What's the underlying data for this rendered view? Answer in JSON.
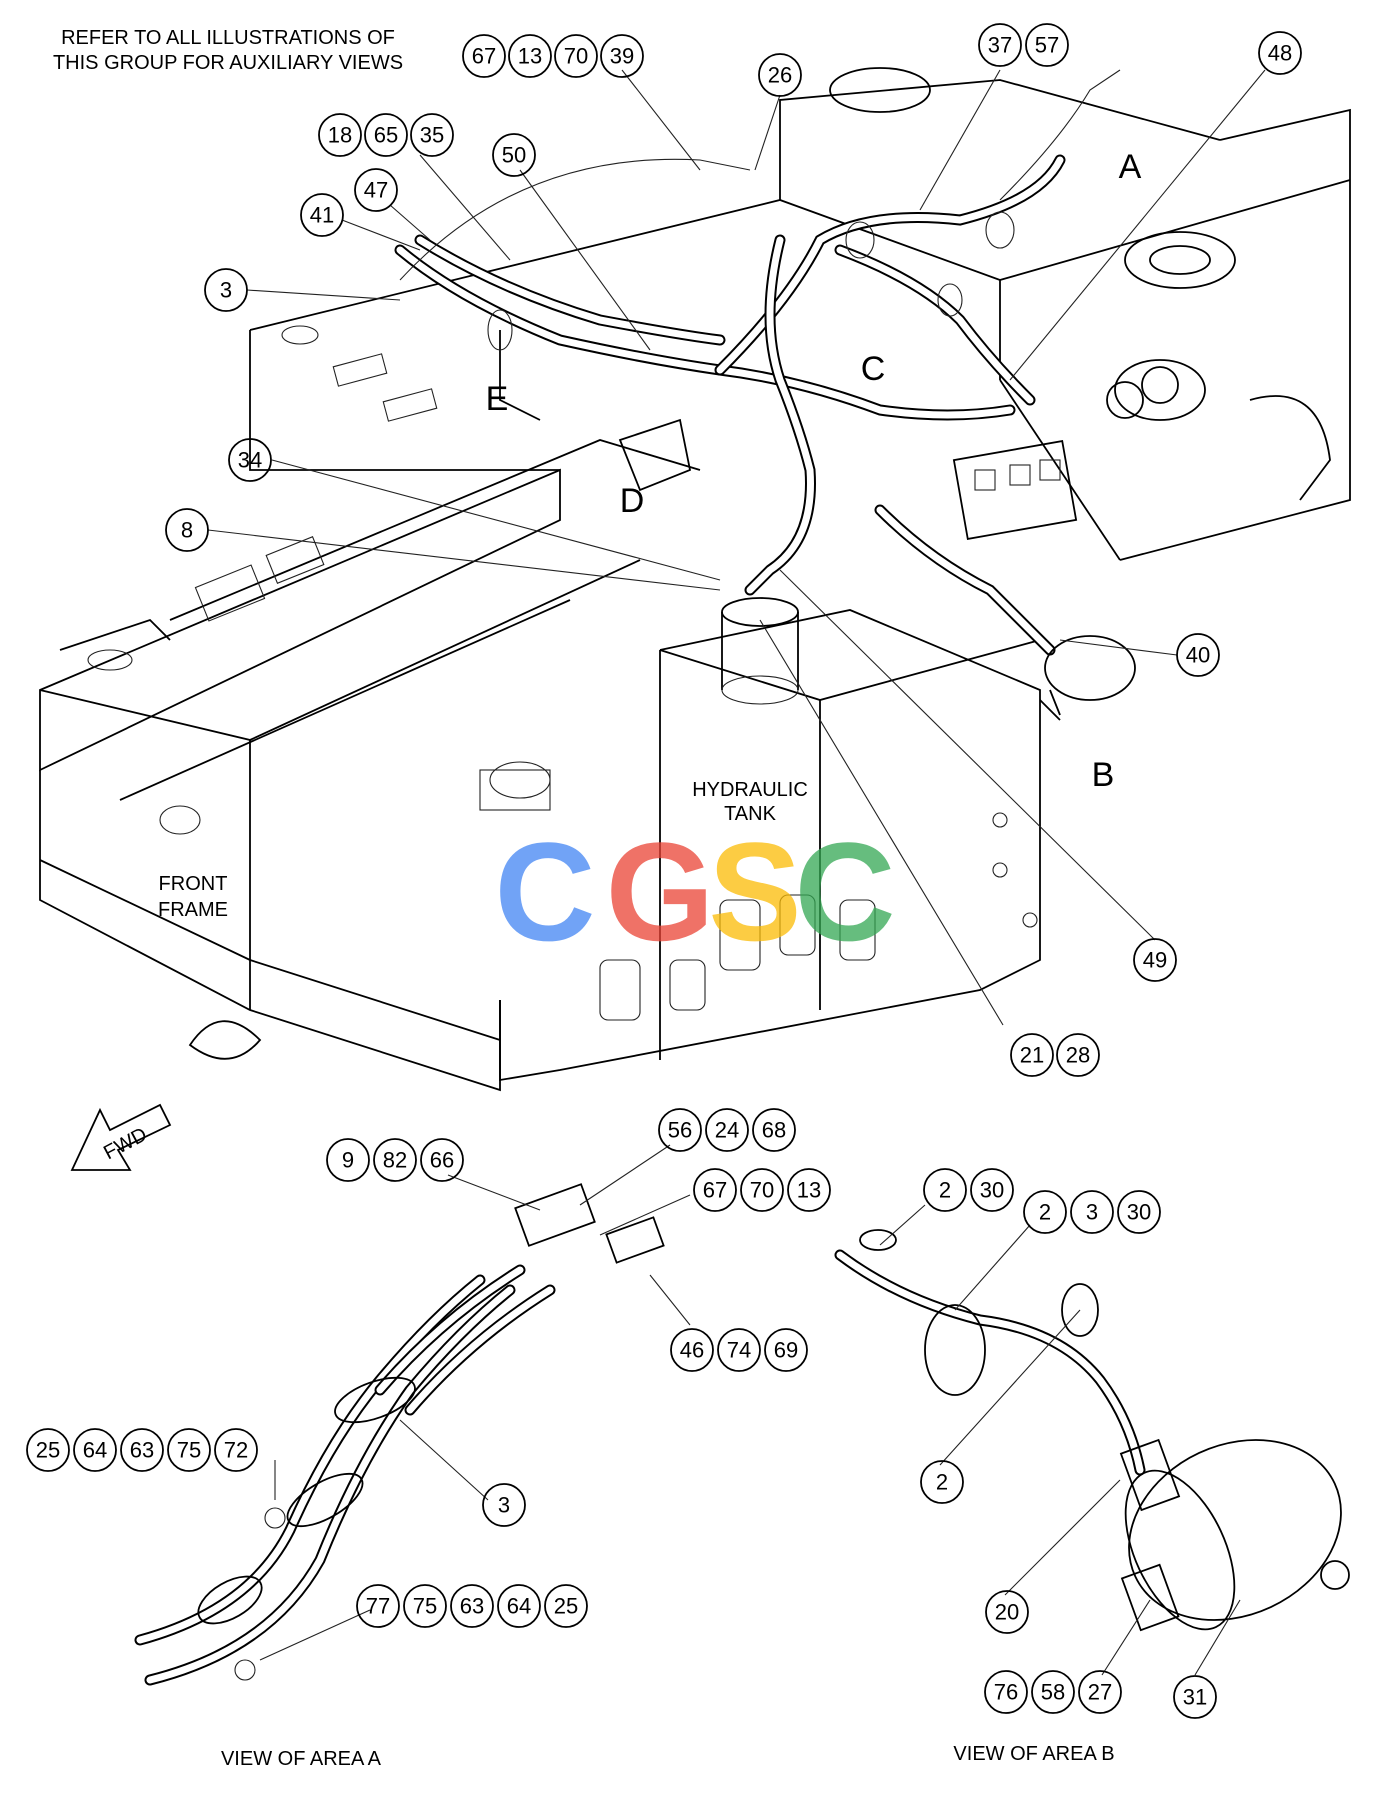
{
  "header_note": [
    "REFER TO ALL ILLUSTRATIONS OF",
    "THIS GROUP FOR AUXILIARY VIEWS"
  ],
  "labels": {
    "hydraulic_tank": [
      "HYDRAULIC",
      "TANK"
    ],
    "front_frame": [
      "FRONT",
      "FRAME"
    ],
    "fwd": "FWD",
    "view_a": "VIEW OF AREA A",
    "view_b": "VIEW OF AREA B"
  },
  "area_letters": [
    "A",
    "B",
    "C",
    "D",
    "E"
  ],
  "watermark": {
    "text": "CGSC",
    "colors": [
      "#4285F4",
      "#EA4335",
      "#FBBC05",
      "#34A853"
    ]
  },
  "callout_groups": {
    "g1": [
      "67",
      "13",
      "70",
      "39"
    ],
    "g2": [
      "26"
    ],
    "g3": [
      "37",
      "57"
    ],
    "g4": [
      "48"
    ],
    "g5": [
      "18",
      "65",
      "35"
    ],
    "g6": [
      "50"
    ],
    "g7": [
      "47"
    ],
    "g8": [
      "41"
    ],
    "g9": [
      "3"
    ],
    "g10": [
      "34"
    ],
    "g11": [
      "8"
    ],
    "g12": [
      "40"
    ],
    "g13": [
      "49"
    ],
    "g14": [
      "21",
      "28"
    ],
    "g15": [
      "56",
      "24",
      "68"
    ],
    "g16": [
      "9",
      "82",
      "66"
    ],
    "g17": [
      "67",
      "70",
      "13"
    ],
    "g18": [
      "46",
      "74",
      "69"
    ],
    "g19": [
      "25",
      "64",
      "63",
      "75",
      "72"
    ],
    "g20": [
      "3"
    ],
    "g21": [
      "77",
      "75",
      "63",
      "64",
      "25"
    ],
    "g22": [
      "2",
      "30"
    ],
    "g23": [
      "2",
      "3",
      "30"
    ],
    "g24": [
      "2"
    ],
    "g25": [
      "20"
    ],
    "g26": [
      "76",
      "58",
      "27"
    ],
    "g27": [
      "31"
    ]
  }
}
